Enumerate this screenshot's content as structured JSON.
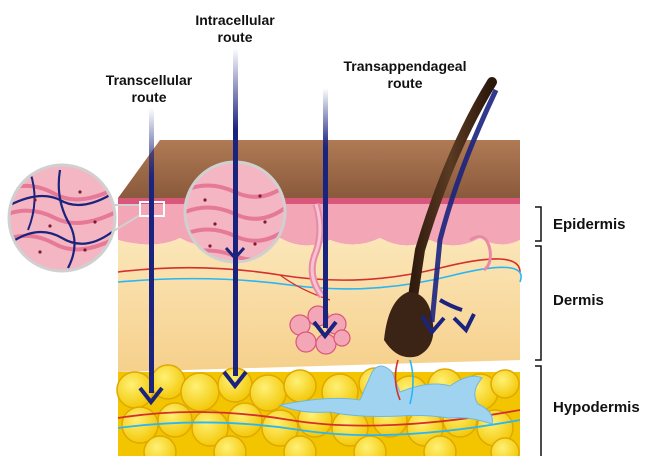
{
  "routes": {
    "transcellular": "Transcellular\nroute",
    "intracellular": "Intracellular\nroute",
    "transappendageal": "Transappendageal\nroute"
  },
  "layers": {
    "epidermis": "Epidermis",
    "dermis": "Dermis",
    "hypodermis": "Hypodermis"
  },
  "colors": {
    "arrow": "#1a237e",
    "stratum_corneum": "#9c6b4b",
    "epidermis": "#f3a6b6",
    "dermis": "#f8d9a0",
    "hypodermis": "#f5d520",
    "hair": "#3b2416",
    "vessel_red": "#d32f2f",
    "vessel_blue": "#29b6f6"
  }
}
